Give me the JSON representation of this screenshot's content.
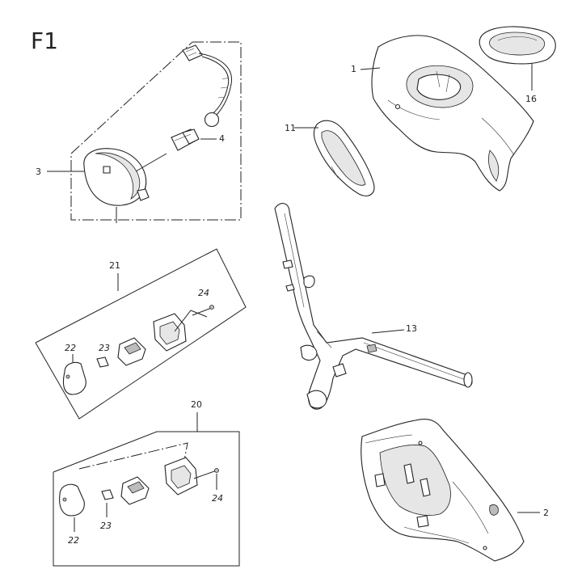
{
  "title": "F1",
  "callouts": {
    "c1": "1",
    "c16": "16",
    "c11": "11",
    "c3": "3",
    "c4": "4",
    "c21": "21",
    "c24a": "24",
    "c22a": "22",
    "c23a": "23",
    "c13": "13",
    "c20": "20",
    "c24b": "24",
    "c23b": "23",
    "c22b": "22",
    "c2": "2"
  }
}
